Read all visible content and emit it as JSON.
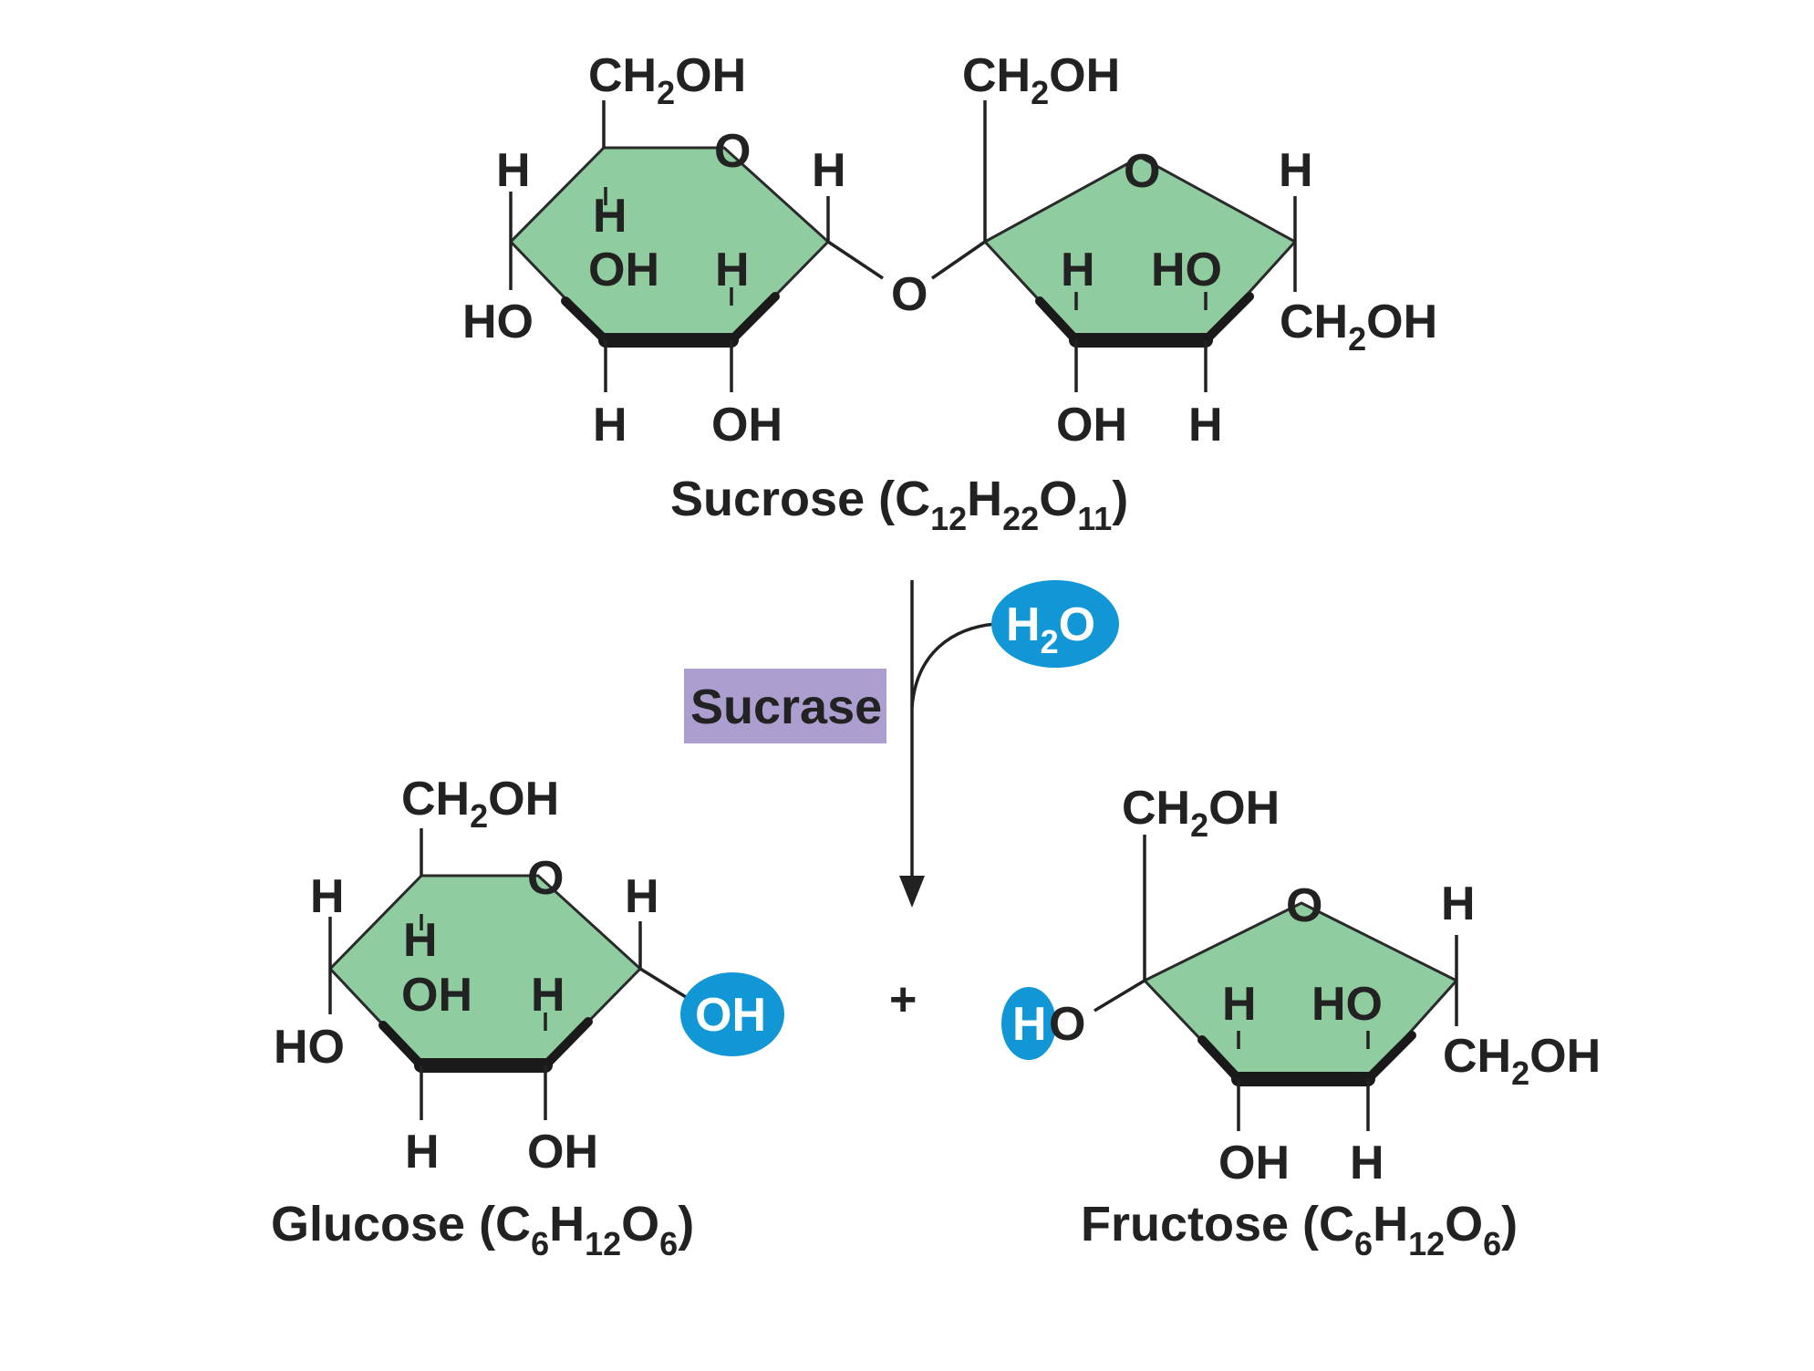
{
  "colors": {
    "ring_fill": "#8fcc9f",
    "water_badge": "#1196d6",
    "enzyme_box": "#ac9fcf",
    "text": "#222222"
  },
  "sucrose": {
    "glucose_unit": {
      "ch2oh": "CH",
      "ch2oh_sub": "2",
      "ch2oh_tail": "OH",
      "ring_o": "O",
      "h_left": "H",
      "h_inner": "H",
      "oh_inner": "OH",
      "h_inner2": "H",
      "h_right": "H",
      "ho_left": "HO",
      "h_bottom": "H",
      "oh_bottom": "OH"
    },
    "bridge_o": "O",
    "fructose_unit": {
      "ch2oh": "CH",
      "ch2oh_sub": "2",
      "ch2oh_tail": "OH",
      "ring_o": "O",
      "h_inner": "H",
      "ho_inner": "HO",
      "h_right": "H",
      "ch2oh_right": "CH",
      "ch2oh_right_sub": "2",
      "ch2oh_right_tail": "OH",
      "oh_bottom": "OH",
      "h_bottom": "H"
    },
    "caption": {
      "name": "Sucrose (C",
      "s1": "12",
      "h": "H",
      "s2": "22",
      "o": "O",
      "s3": "11",
      "close": ")"
    }
  },
  "reaction": {
    "water": {
      "h": "H",
      "sub": "2",
      "o": "O"
    },
    "enzyme": "Sucrase",
    "plus": "+"
  },
  "glucose": {
    "ch2oh": "CH",
    "ch2oh_sub": "2",
    "ch2oh_tail": "OH",
    "ring_o": "O",
    "h_left": "H",
    "h_inner": "H",
    "oh_inner": "OH",
    "h_inner2": "H",
    "h_right": "H",
    "ho_left": "HO",
    "h_bottom": "H",
    "oh_bottom": "OH",
    "oh_badge": "OH",
    "caption": {
      "name": "Glucose (C",
      "s1": "6",
      "h": "H",
      "s2": "12",
      "o": "O",
      "s3": "6",
      "close": ")"
    }
  },
  "fructose": {
    "ch2oh": "CH",
    "ch2oh_sub": "2",
    "ch2oh_tail": "OH",
    "ring_o": "O",
    "h_badge": "H",
    "o_left": "O",
    "h_inner": "H",
    "ho_inner": "HO",
    "h_right": "H",
    "ch2oh_right": "CH",
    "ch2oh_right_sub": "2",
    "ch2oh_right_tail": "OH",
    "oh_bottom": "OH",
    "h_bottom": "H",
    "caption": {
      "name": "Fructose  (C",
      "s1": "6",
      "h": "H",
      "s2": "12",
      "o": "O",
      "s3": "6",
      "close": ")"
    }
  }
}
